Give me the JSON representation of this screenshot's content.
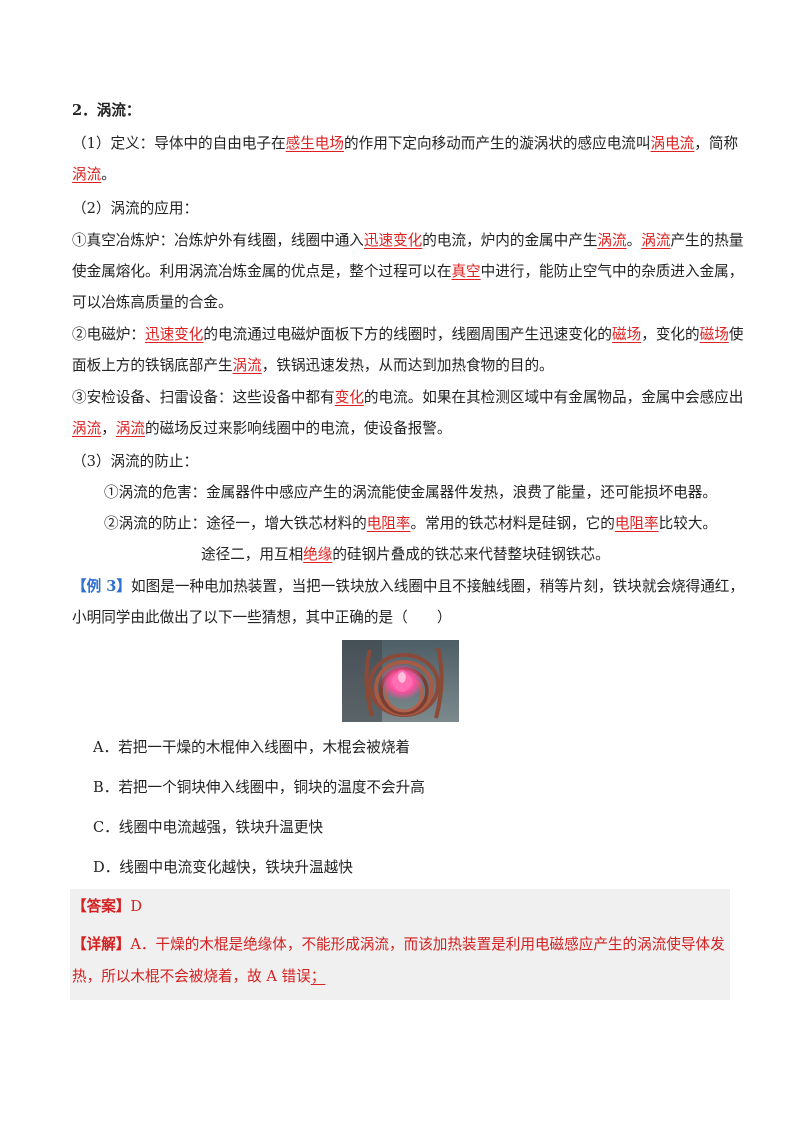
{
  "section": {
    "heading": "2．涡流：",
    "definition": {
      "prefix": "（1）定义：导体中的自由电子在",
      "kw1": "感生电场",
      "mid": "的作用下定向移动而产生的漩涡状的感应电流叫",
      "kw2": "涡电流",
      "tail": "，简称",
      "kw3": "涡流",
      "end": "。"
    },
    "applications_heading": "（2）涡流的应用：",
    "app1": {
      "l1_a": "①真空冶炼炉：冶炼炉外有线圈，线圈中通入",
      "l1_kw1": "迅速变化",
      "l1_b": "的电流，炉内的金属中产生",
      "l1_kw2": "涡流",
      "l1_c": "。",
      "l1_kw3": "涡流",
      "l1_d": "产生的热量",
      "l2_a": "使金属熔化。利用涡流冶炼金属的优点是，整个过程可以在",
      "l2_kw": "真空",
      "l2_b": "中进行，能防止空气中的杂质进入金属，",
      "l3": "可以冶炼高质量的合金。"
    },
    "app2": {
      "l1_a": "②电磁炉：",
      "l1_kw1": "迅速变化",
      "l1_b": "的电流通过电磁炉面板下方的线圈时，线圈周围产生迅速变化的",
      "l1_kw2": "磁场",
      "l1_c": "，变化的",
      "l1_kw3": "磁场",
      "l1_d": "使",
      "l2_a": "面板上方的铁锅底部产生",
      "l2_kw": "涡流",
      "l2_b": "，铁锅迅速发热，从而达到加热食物的目的。"
    },
    "app3": {
      "l1_a": "③安检设备、扫雷设备：这些设备中都有",
      "l1_kw": "变化",
      "l1_b": "的电流。如果在其检测区域中有金属物品，金属中会感应出",
      "l2_kw1": "涡流",
      "l2_a": "，",
      "l2_kw2": "涡流",
      "l2_b": "的磁场反过来影响线圈中的电流，使设备报警。"
    },
    "prevention_heading": "（3）涡流的防止：",
    "harm": "①涡流的危害：金属器件中感应产生的涡流能使金属器件发热，浪费了能量，还可能损坏电器。",
    "prevent": {
      "a": "②涡流的防止：途径一，增大铁芯材料的",
      "kw1": "电阻率",
      "b": "。常用的铁芯材料是硅钢，它的",
      "kw2": "电阻率",
      "c": "比较大。"
    },
    "path2": {
      "a": "途径二，用互相",
      "kw": "绝缘",
      "b": "的硅钢片叠成的铁芯来代替整块硅钢铁芯。"
    }
  },
  "example": {
    "tag": "【例 3】",
    "q1": "如图是一种电加热装置，当把一铁块放入线圈中且不接触线圈，稍等片刻，铁块就会烧得通红，",
    "q2": "小明同学由此做出了以下一些猜想，其中正确的是（　　）",
    "options": [
      "A．若把一干燥的木棍伸入线圈中，木棍会被烧着",
      "B．若把一个铜块伸入线圈中，铜块的温度不会升高",
      "C．线圈中电流越强，铁块升温更快",
      "D．线圈中电流变化越快，铁块升温越快"
    ]
  },
  "answer": {
    "tag": "【答案】",
    "value": "D",
    "detail_tag": "【详解】",
    "detail_l1": "A．干燥的木棍是绝缘体，不能形成涡流，而该加热装置是利用电磁感应产生的涡流使导体发",
    "detail_l2_a": "热，所以木棍不会被烧着，故 A 错误",
    "detail_l2_b": "；"
  }
}
